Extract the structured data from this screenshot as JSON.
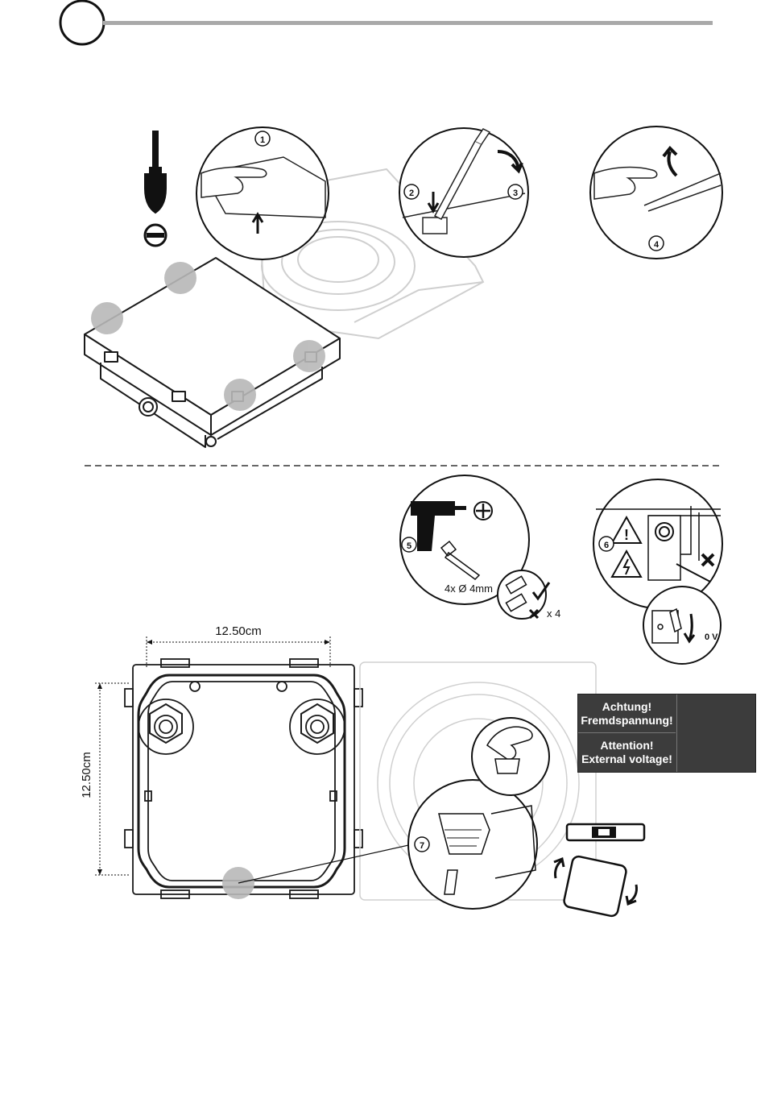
{
  "steps": [
    "1",
    "2",
    "3",
    "4",
    "5",
    "6",
    "7"
  ],
  "screw": {
    "qty": "4x Ø 4mm",
    "anchor_qty": "x 4"
  },
  "voltage_off": "0 V",
  "dimensions": {
    "width": "12.50cm",
    "height": "12.50cm"
  },
  "warning": {
    "de_line1": "Achtung!",
    "de_line2": "Fremdspannung!",
    "en_line1": "Attention!",
    "en_line2": "External voltage!"
  },
  "colors": {
    "marker_grey": "#b8b8b8",
    "line": "#1a1a1a",
    "faint": "#cfcfcf",
    "panel": "#3c3c3c"
  }
}
